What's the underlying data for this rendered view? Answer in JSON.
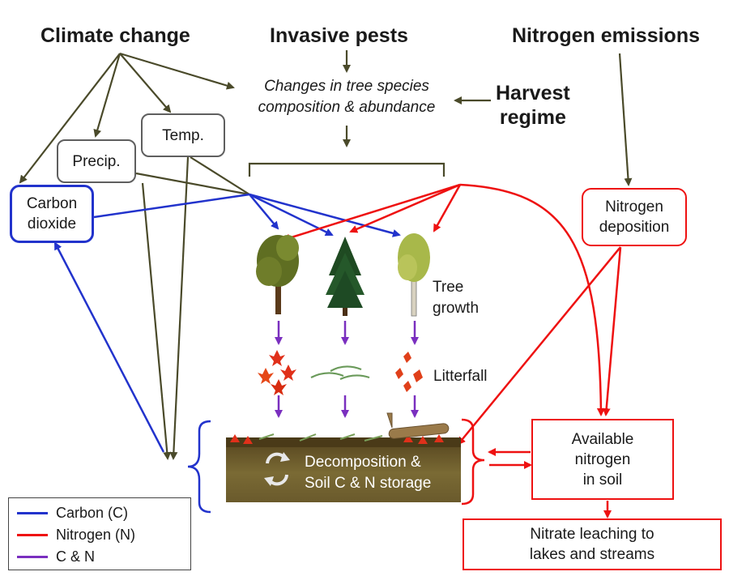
{
  "drivers": {
    "climate_change": "Climate change",
    "invasive_pests": "Invasive pests",
    "nitrogen_emissions": "Nitrogen emissions",
    "harvest_regime": "Harvest\nregime"
  },
  "species_change": "Changes in tree species\ncomposition & abundance",
  "boxes": {
    "precip": "Precip.",
    "temp": "Temp.",
    "carbon_dioxide": "Carbon\ndioxide",
    "nitrogen_deposition": "Nitrogen\ndeposition",
    "available_nitrogen": "Available\nnitrogen\nin soil",
    "nitrate_leaching": "Nitrate leaching to\nlakes and streams"
  },
  "labels": {
    "tree_growth": "Tree\ngrowth",
    "litterfall": "Litterfall",
    "decomposition": "Decomposition &\nSoil C & N storage"
  },
  "legend": {
    "items": [
      {
        "label": "Carbon (C)",
        "color": "#2233cc"
      },
      {
        "label": "Nitrogen (N)",
        "color": "#ee1111"
      },
      {
        "label": "C & N",
        "color": "#7a2fbf"
      }
    ]
  },
  "colors": {
    "driver_arrow": "#4a4a2a",
    "carbon": "#2233cc",
    "nitrogen": "#ee1111",
    "carbon_and_nitrogen": "#7a2fbf",
    "soil": "#6b5a2a"
  }
}
